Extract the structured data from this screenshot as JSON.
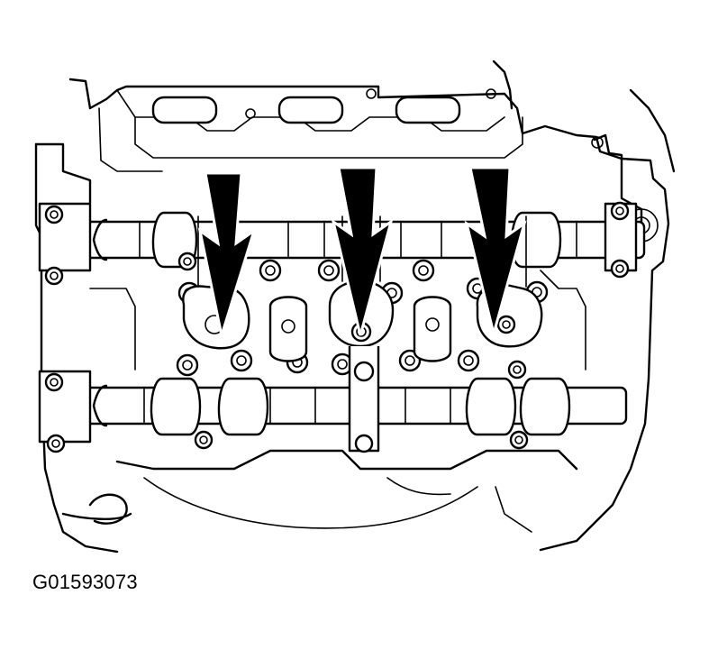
{
  "figure": {
    "id_label": "G01593073",
    "subject": "camshaft-cylinder-head",
    "arrow_count": 3
  }
}
